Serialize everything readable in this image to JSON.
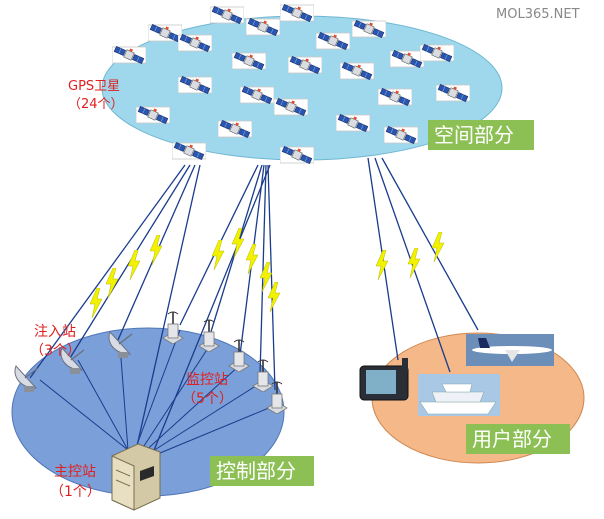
{
  "watermark": "MOL365.NET",
  "space": {
    "satellite_label": "GPS卫星",
    "satellite_count": "（24个）",
    "segment_label": "空间部分"
  },
  "control": {
    "injection_label": "注入站",
    "injection_count": "（3个）",
    "monitor_label": "监控站",
    "monitor_count": "（5个）",
    "master_label": "主控站",
    "master_count": "（1个）",
    "segment_label": "控制部分"
  },
  "user": {
    "segment_label": "用户部分"
  },
  "colors": {
    "space_ellipse": "#9fd8ec",
    "control_ellipse": "#7b9fd8",
    "user_ellipse": "#f4b889",
    "segment_label_bg": "#8cbf54",
    "label_red": "#e02020",
    "lightning": "#f2f200",
    "link_line": "#1a3c8c"
  },
  "icons": [
    "satellite-icon",
    "dish-antenna-icon",
    "monitor-antenna-icon",
    "server-icon",
    "airplane-icon",
    "ship-icon",
    "gps-receiver-icon",
    "lightning-icon"
  ]
}
